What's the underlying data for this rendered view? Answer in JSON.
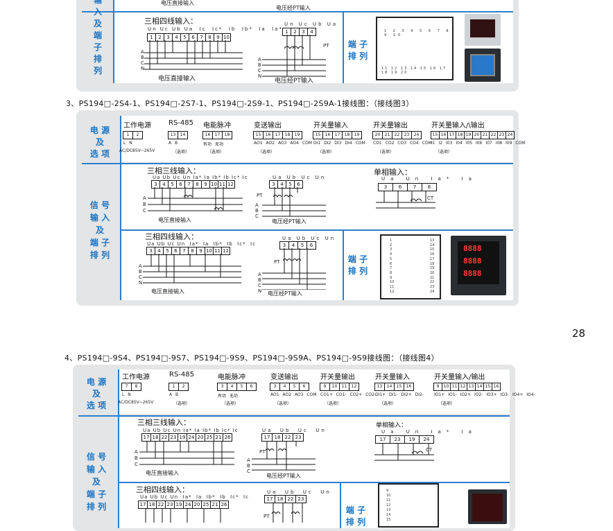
{
  "page_number": "28",
  "sections": {
    "s2_bottom": {
      "label_top": "输\n入\n及\n端\n子\n排\n列",
      "top_caption": "电压直接输入",
      "top_caption_pt": "电压经PT输入",
      "four_wire_title": "三相四线输入：",
      "terms_a": [
        "Un",
        "Uc",
        "Ub",
        "Ua",
        "Ic",
        "Ic*",
        "Ib",
        "Ib*",
        "Ia",
        "Ia*"
      ],
      "nums_a": [
        "1",
        "2",
        "3",
        "4",
        "5",
        "6",
        "7",
        "8",
        "9",
        "10"
      ],
      "pt_terms": [
        "Un",
        "Uc",
        "Ub",
        "Ua"
      ],
      "pt_nums": [
        "1",
        "2",
        "3",
        "4"
      ],
      "pt_label": "PT",
      "caption_direct": "电压直接输入",
      "caption_pt": "电压经PT输入",
      "terminal_label": "端 子\n排 列",
      "backview_top": [
        "1",
        "2",
        "3",
        "4",
        "5",
        "6",
        "7",
        "8",
        "9",
        "10"
      ],
      "backview_bottom": [
        "11",
        "12",
        "13",
        "14",
        "15",
        "16",
        "17",
        "18",
        "19",
        "20"
      ]
    },
    "s3": {
      "heading": "3、PS194□-2S4-1、PS194□-2S7-1、PS194□-2S9-1、PS194□-2S9A-1接线图：（接线图3）",
      "power_label": "电 源\n及\n选 项",
      "cols": [
        {
          "title": "工作电源",
          "nums": [
            "1",
            "2"
          ],
          "sub": [
            "L",
            "N"
          ],
          "note": "AC/DC85V~265V"
        },
        {
          "title": "RS-485",
          "nums": [
            "13",
            "14"
          ],
          "sub": [
            "A",
            "B"
          ],
          "note": "（选项）"
        },
        {
          "title": "电能脉冲",
          "nums": [
            "16",
            "17",
            "18"
          ],
          "sub": [
            "有功",
            "无功"
          ],
          "note": "（选项）"
        },
        {
          "title": "变送输出",
          "nums": [
            "15",
            "16",
            "17",
            "18",
            "19"
          ],
          "sub": [
            "AO1",
            "AO2",
            "AO3",
            "AO4",
            "COM"
          ],
          "note": "（选项）"
        },
        {
          "title": "开关量输入",
          "nums": [
            "15",
            "16",
            "17",
            "18",
            "19"
          ],
          "sub": [
            "DI1",
            "DI2",
            "DI3",
            "DI4",
            "COM"
          ],
          "note": "（选项）"
        },
        {
          "title": "开关量输出",
          "nums": [
            "20",
            "21",
            "22",
            "23",
            "24"
          ],
          "sub": [
            "CO1",
            "CO2",
            "CO3",
            "CO4",
            "COM"
          ],
          "note": "（选项）"
        },
        {
          "title": "开关量输入/\\输出",
          "nums": [
            "15",
            "16",
            "17",
            "18",
            "19",
            "20",
            "21",
            "22",
            "23",
            "24"
          ],
          "sub": [
            "I1",
            "I2",
            "I03",
            "I04",
            "I05",
            "I06",
            "I07",
            "I08",
            "I09",
            "COM"
          ],
          "note": "（选项）"
        }
      ],
      "signal_label": "信 号\n输 入\n及\n端 子\n排 列",
      "three_wire_title": "三相三线输入：",
      "three_terms": [
        "Ua",
        "Ub",
        "Uc",
        "Un",
        "Ia*",
        "Ia",
        "Ib*",
        "Ib",
        "Ic*",
        "Ic"
      ],
      "three_nums": [
        "3",
        "4",
        "5",
        "6",
        "7",
        "8",
        "9",
        "10",
        "11",
        "12"
      ],
      "pt_terms": [
        "Ua",
        "Ub",
        "Uc",
        "Un"
      ],
      "pt_nums": [
        "3",
        "4",
        "5",
        "6"
      ],
      "single_title": "单相输入：",
      "single_terms": [
        "Ua",
        "Un",
        "Ia*",
        "Ia"
      ],
      "single_nums": [
        "3",
        "6",
        "7",
        "8"
      ],
      "ct_label": "CT",
      "pt_label": "PT",
      "caption_direct": "电压直接输入",
      "caption_pt": "电压经PT输入",
      "four_wire_title": "三相四线输入：",
      "four_terms": [
        "Ua",
        "Ub",
        "Uc",
        "Un",
        "Ia*",
        "Ia",
        "Ib*",
        "Ib",
        "Ic*",
        "Ic"
      ],
      "four_nums": [
        "3",
        "4",
        "5",
        "6",
        "7",
        "8",
        "9",
        "10",
        "11",
        "12"
      ],
      "terminal_label": "端 子\n排 列",
      "display_digits": [
        "8888",
        "8888",
        "8888"
      ]
    },
    "s4": {
      "heading": "4、PS194□-9S4、PS194□-9S7、PS194□-9S9、PS194□-9S9A、PS194□-9S9接线图：（接线图4）",
      "power_label": "电 源\n及\n选 项",
      "cols": [
        {
          "title": "工作电源",
          "nums": [
            "7",
            "8"
          ],
          "sub": [
            "L",
            "N"
          ],
          "note": "AC/DC85V~265V"
        },
        {
          "title": "RS-485",
          "nums": [
            "1",
            "2"
          ],
          "sub": [
            "A",
            "B"
          ],
          "note": "（选项）"
        },
        {
          "title": "电能脉冲",
          "nums": [
            "3",
            "4",
            "5",
            "6"
          ],
          "sub": [
            "有功",
            "无功"
          ],
          "note": "（选项）"
        },
        {
          "title": "变送输出",
          "nums": [
            "3",
            "4",
            "5",
            "6"
          ],
          "sub": [
            "AO1",
            "AO2",
            "AO3",
            "COM"
          ],
          "note": "（选项）"
        },
        {
          "title": "开关量输出",
          "nums": [
            "9",
            "10",
            "11",
            "12"
          ],
          "sub": [
            "CO1+",
            "CO1-",
            "CO2+",
            "CO2-"
          ],
          "note": "（选项）"
        },
        {
          "title": "开关量输入",
          "nums": [
            "13",
            "14",
            "15",
            "16"
          ],
          "sub": [
            "DI1+",
            "DI1-",
            "DI2+",
            "DI2-"
          ],
          "note": "（选项）"
        },
        {
          "title": "开关量输入/输出",
          "nums": [
            "9",
            "10",
            "11",
            "12",
            "13",
            "14",
            "15",
            "16"
          ],
          "sub": [
            "IO1+",
            "IO1-",
            "IO2+",
            "IO2-",
            "IO3+",
            "IO3-",
            "IO4+",
            "IO4-"
          ],
          "note": "（选项）"
        }
      ],
      "signal_label": "信 号\n输 入\n及\n端 子\n排 列",
      "three_wire_title": "三相三线输入：",
      "three_terms": [
        "Ua",
        "Ub",
        "Uc",
        "Un",
        "Ia*",
        "Ia",
        "Ib*",
        "Ib",
        "Ic*",
        "Ic"
      ],
      "three_nums": [
        "17",
        "18",
        "22",
        "23",
        "19",
        "24",
        "20",
        "25",
        "21",
        "26"
      ],
      "pt_terms": [
        "Ua",
        "Ub",
        "Uc",
        "Un"
      ],
      "pt_nums": [
        "17",
        "18",
        "22",
        "23"
      ],
      "single_title": "单相输入：",
      "single_terms": [
        "Ua",
        "Un",
        "Ia*",
        "Ia"
      ],
      "single_nums": [
        "17",
        "23",
        "19",
        "24"
      ],
      "ct_label": "CT",
      "pt_label": "PT",
      "caption_direct": "电压直接输入",
      "caption_pt": "电压经PT输入",
      "four_wire_title": "三相四线输入：",
      "four_terms": [
        "Ua",
        "Ub",
        "Uc",
        "Un",
        "Ia*",
        "Ia",
        "Ib*",
        "Ib",
        "Ic*",
        "Ic"
      ],
      "four_nums": [
        "17",
        "18",
        "22",
        "23",
        "19",
        "24",
        "20",
        "25",
        "21",
        "26"
      ],
      "pt_label2": "PT",
      "terminal_label": "端 子\n排 列"
    }
  },
  "colors": {
    "accent": "#1874c4",
    "panel": "#e4e5e7",
    "red_digits": "#ff3b30"
  }
}
